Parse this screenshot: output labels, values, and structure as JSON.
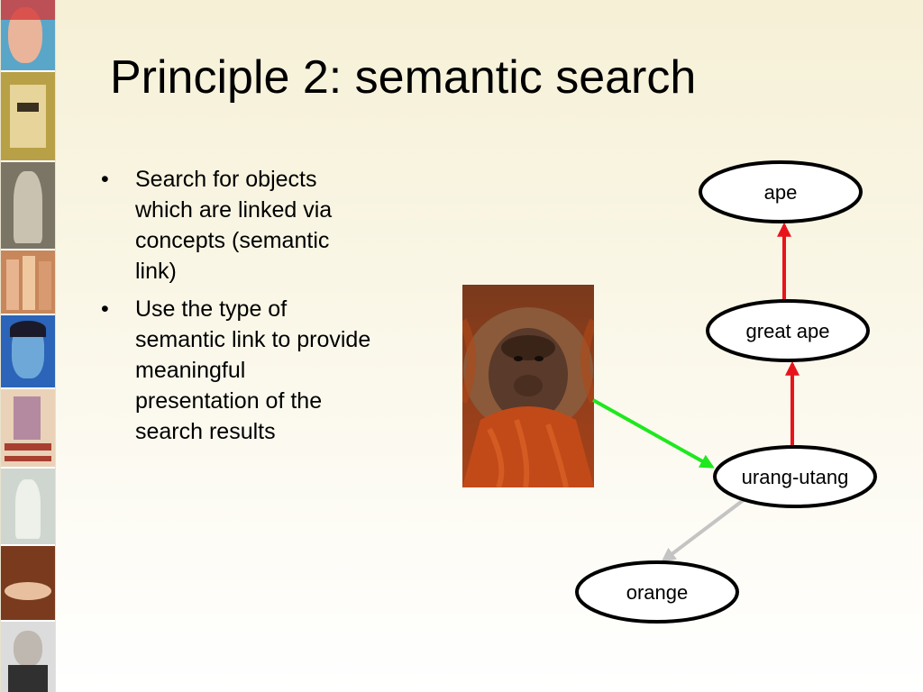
{
  "slide": {
    "title": "Principle 2: semantic search",
    "bullets": [
      "Search for objects which are linked via concepts (semantic link)",
      "Use the type of semantic link to provide meaningful presentation of the search results"
    ],
    "bullet_glyph": "•"
  },
  "diagram": {
    "nodes": [
      {
        "id": "ape",
        "label": "ape"
      },
      {
        "id": "great-ape",
        "label": "great ape"
      },
      {
        "id": "urang-utang",
        "label": "urang-utang"
      },
      {
        "id": "orange",
        "label": "orange"
      }
    ],
    "edges": [
      {
        "from": "great-ape",
        "to": "ape",
        "color": "#e8141c"
      },
      {
        "from": "urang-utang",
        "to": "great-ape",
        "color": "#e8141c"
      },
      {
        "from": "photo",
        "to": "urang-utang",
        "color": "#1ee81e"
      },
      {
        "from": "urang-utang",
        "to": "orange",
        "color": "#c4c4c4"
      }
    ]
  },
  "colors": {
    "background_top": "#f6f0d6",
    "background_bottom": "#ffffff",
    "node_border": "#000000",
    "node_fill": "#ffffff",
    "orangutan_fur": "#c24a18"
  }
}
